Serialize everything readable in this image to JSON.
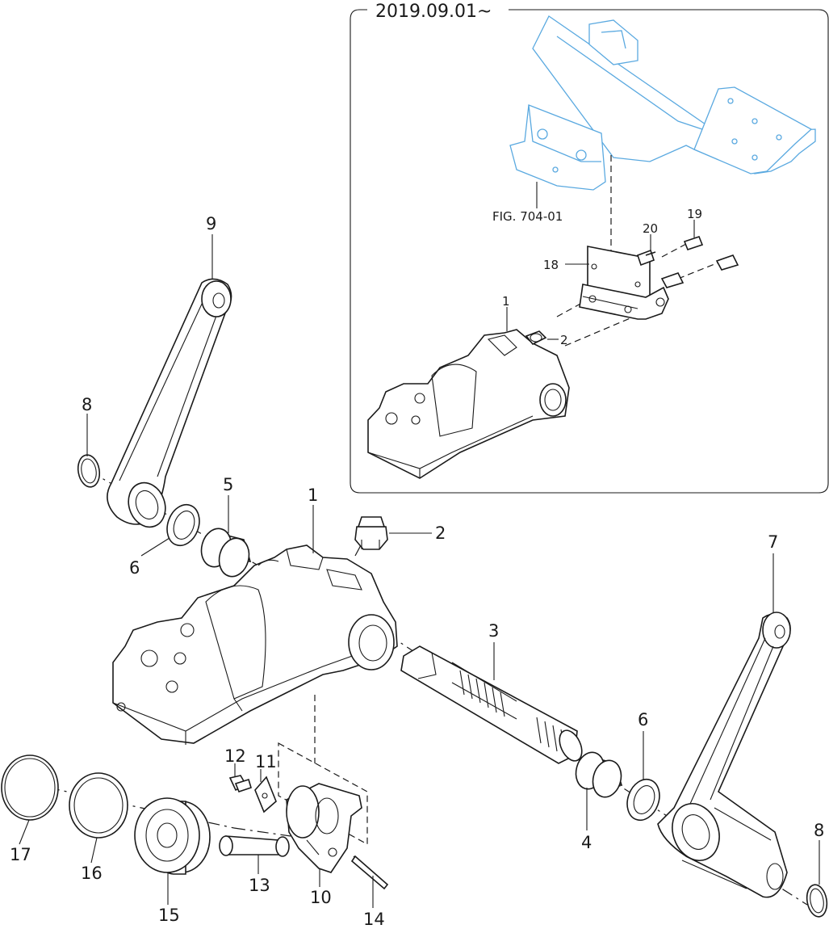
{
  "inset": {
    "date_label": "2019.09.01~",
    "fig_ref": "FIG. 704-01",
    "callouts": {
      "c1": "1",
      "c2": "2",
      "c18": "18",
      "c19": "19",
      "c20": "20"
    }
  },
  "callouts": {
    "c1": "1",
    "c2": "2",
    "c3": "3",
    "c4": "4",
    "c5": "5",
    "c6a": "6",
    "c6b": "6",
    "c7": "7",
    "c8a": "8",
    "c8b": "8",
    "c9": "9",
    "c10": "10",
    "c11": "11",
    "c12": "12",
    "c13": "13",
    "c14": "14",
    "c15": "15",
    "c16": "16",
    "c17": "17"
  },
  "colors": {
    "line": "#1a1a1a",
    "reference_parts": "#5aa9e0",
    "background": "#ffffff"
  }
}
